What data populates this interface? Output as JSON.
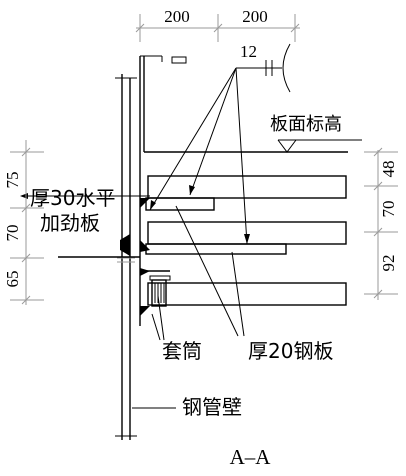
{
  "title": "A–A",
  "top_dimensions": [
    "200",
    "200"
  ],
  "left_dimensions": [
    "75",
    "70",
    "65"
  ],
  "right_dimensions": [
    "48",
    "70",
    "92"
  ],
  "weld_size": "12",
  "labels": {
    "floor_elevation": "板面标高",
    "horizontal_stiffener_line1": "厚30水平",
    "horizontal_stiffener_line2": "加劲板",
    "steel_plate": "厚20钢板",
    "sleeve": "套筒",
    "pipe_wall": "钢管壁"
  }
}
